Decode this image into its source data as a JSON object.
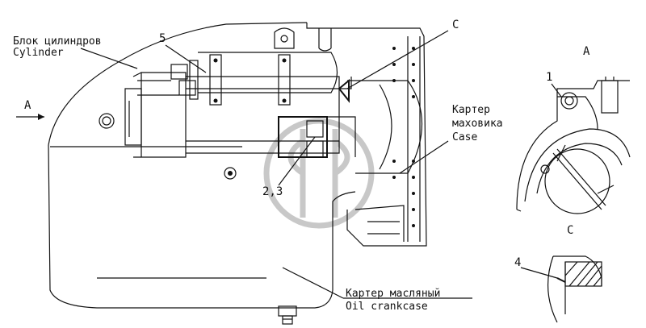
{
  "labels": {
    "block_ru": "Блок цилиндров",
    "block_en": "Cylinder",
    "view_arrow": "A",
    "part_5": "5",
    "part_c_top": "C",
    "parts_2_3": "2,3",
    "flywheel_ru_1": "Картер",
    "flywheel_ru_2": "маховика",
    "flywheel_en": "Case",
    "oil_ru": "Картер масляный",
    "oil_en": "Oil crankcase",
    "view_a_title": "A",
    "part_1": "1",
    "view_c_title": "C",
    "part_4": "4"
  }
}
